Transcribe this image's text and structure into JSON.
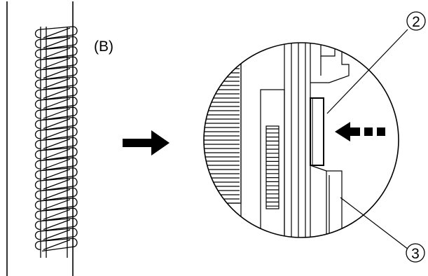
{
  "diagram": {
    "stitch_label": "(B)",
    "callouts": [
      {
        "id": "callout-2",
        "text": "2"
      },
      {
        "id": "callout-3",
        "text": "3"
      }
    ],
    "arrow_direction": "right",
    "indicator_direction": "left",
    "colors": {
      "ink": "#000000",
      "paper": "#ffffff"
    }
  }
}
